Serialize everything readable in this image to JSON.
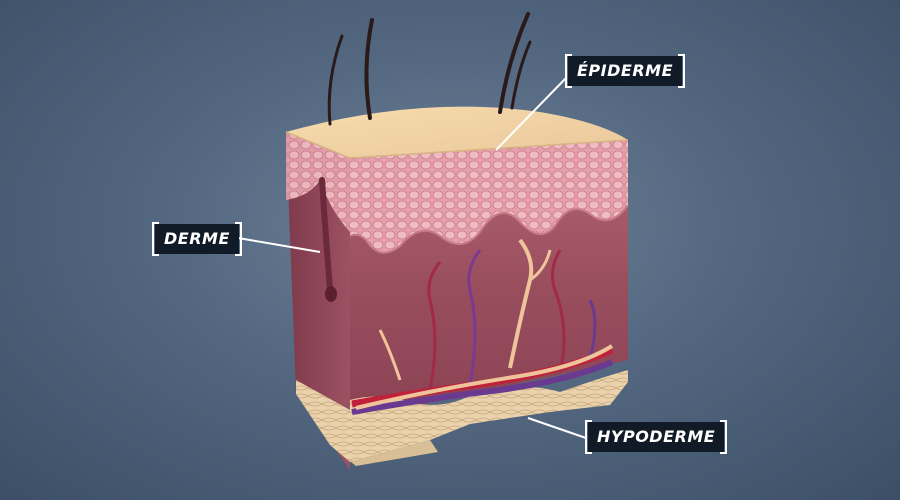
{
  "labels": {
    "epiderme": "ÉPIDERME",
    "derme": "DERME",
    "hypoderme": "HYPODERME"
  },
  "colors": {
    "background": "#536780",
    "label_background": "#111b27",
    "label_text": "#ffffff",
    "surface": "#f2d3a4",
    "epidermis": "#e8a2ad",
    "dermis": "#9a4f5f",
    "hypodermis": "#ead2ac",
    "artery": "#c0203a",
    "vein": "#6a3a90",
    "nerve": "#f0c49a",
    "hair": "#2a1a1a"
  }
}
